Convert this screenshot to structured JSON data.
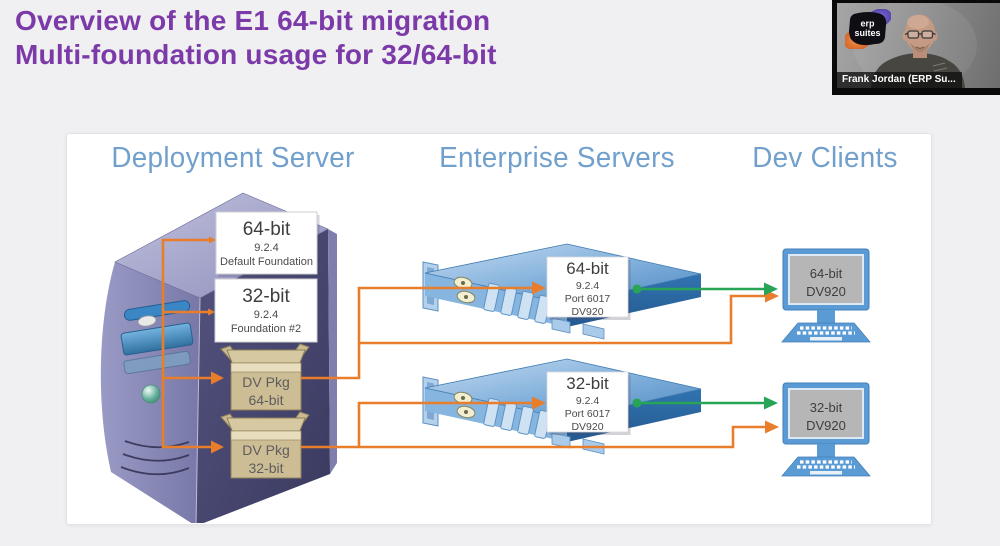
{
  "slide": {
    "title_line1": "Overview of the E1 64-bit migration",
    "title_line2": "Multi-foundation usage for 32/64-bit"
  },
  "diagram": {
    "columns": [
      "Deployment Server",
      "Enterprise Servers",
      "Dev Clients"
    ],
    "deployment_server": {
      "foundation_boxes": [
        {
          "bits": "64-bit",
          "version": "9.2.4",
          "note": "Default Foundation"
        },
        {
          "bits": "32-bit",
          "version": "9.2.4",
          "note": "Foundation #2"
        }
      ],
      "packages": [
        {
          "name": "DV Pkg",
          "bits": "64-bit"
        },
        {
          "name": "DV Pkg",
          "bits": "32-bit"
        }
      ]
    },
    "enterprise_servers": [
      {
        "bits": "64-bit",
        "version": "9.2.4",
        "port": "Port 6017",
        "env": "DV920"
      },
      {
        "bits": "32-bit",
        "version": "9.2.4",
        "port": "Port 6017",
        "env": "DV920"
      }
    ],
    "dev_clients": [
      {
        "bits": "64-bit",
        "env": "DV920"
      },
      {
        "bits": "32-bit",
        "env": "DV920"
      }
    ],
    "colors": {
      "title_purple": "#7c3aa8",
      "heading_blue": "#72a0cd",
      "package_flow_orange": "#e87e2b",
      "client_flow_green": "#28a457",
      "tower_purple": "#8585b5",
      "server_blue": "#5b9bd5",
      "package_tan": "#cdbd95"
    }
  },
  "webcam": {
    "caption": "Frank Jordan (ERP Su...",
    "logo_line1": "erp",
    "logo_line2": "suites"
  }
}
